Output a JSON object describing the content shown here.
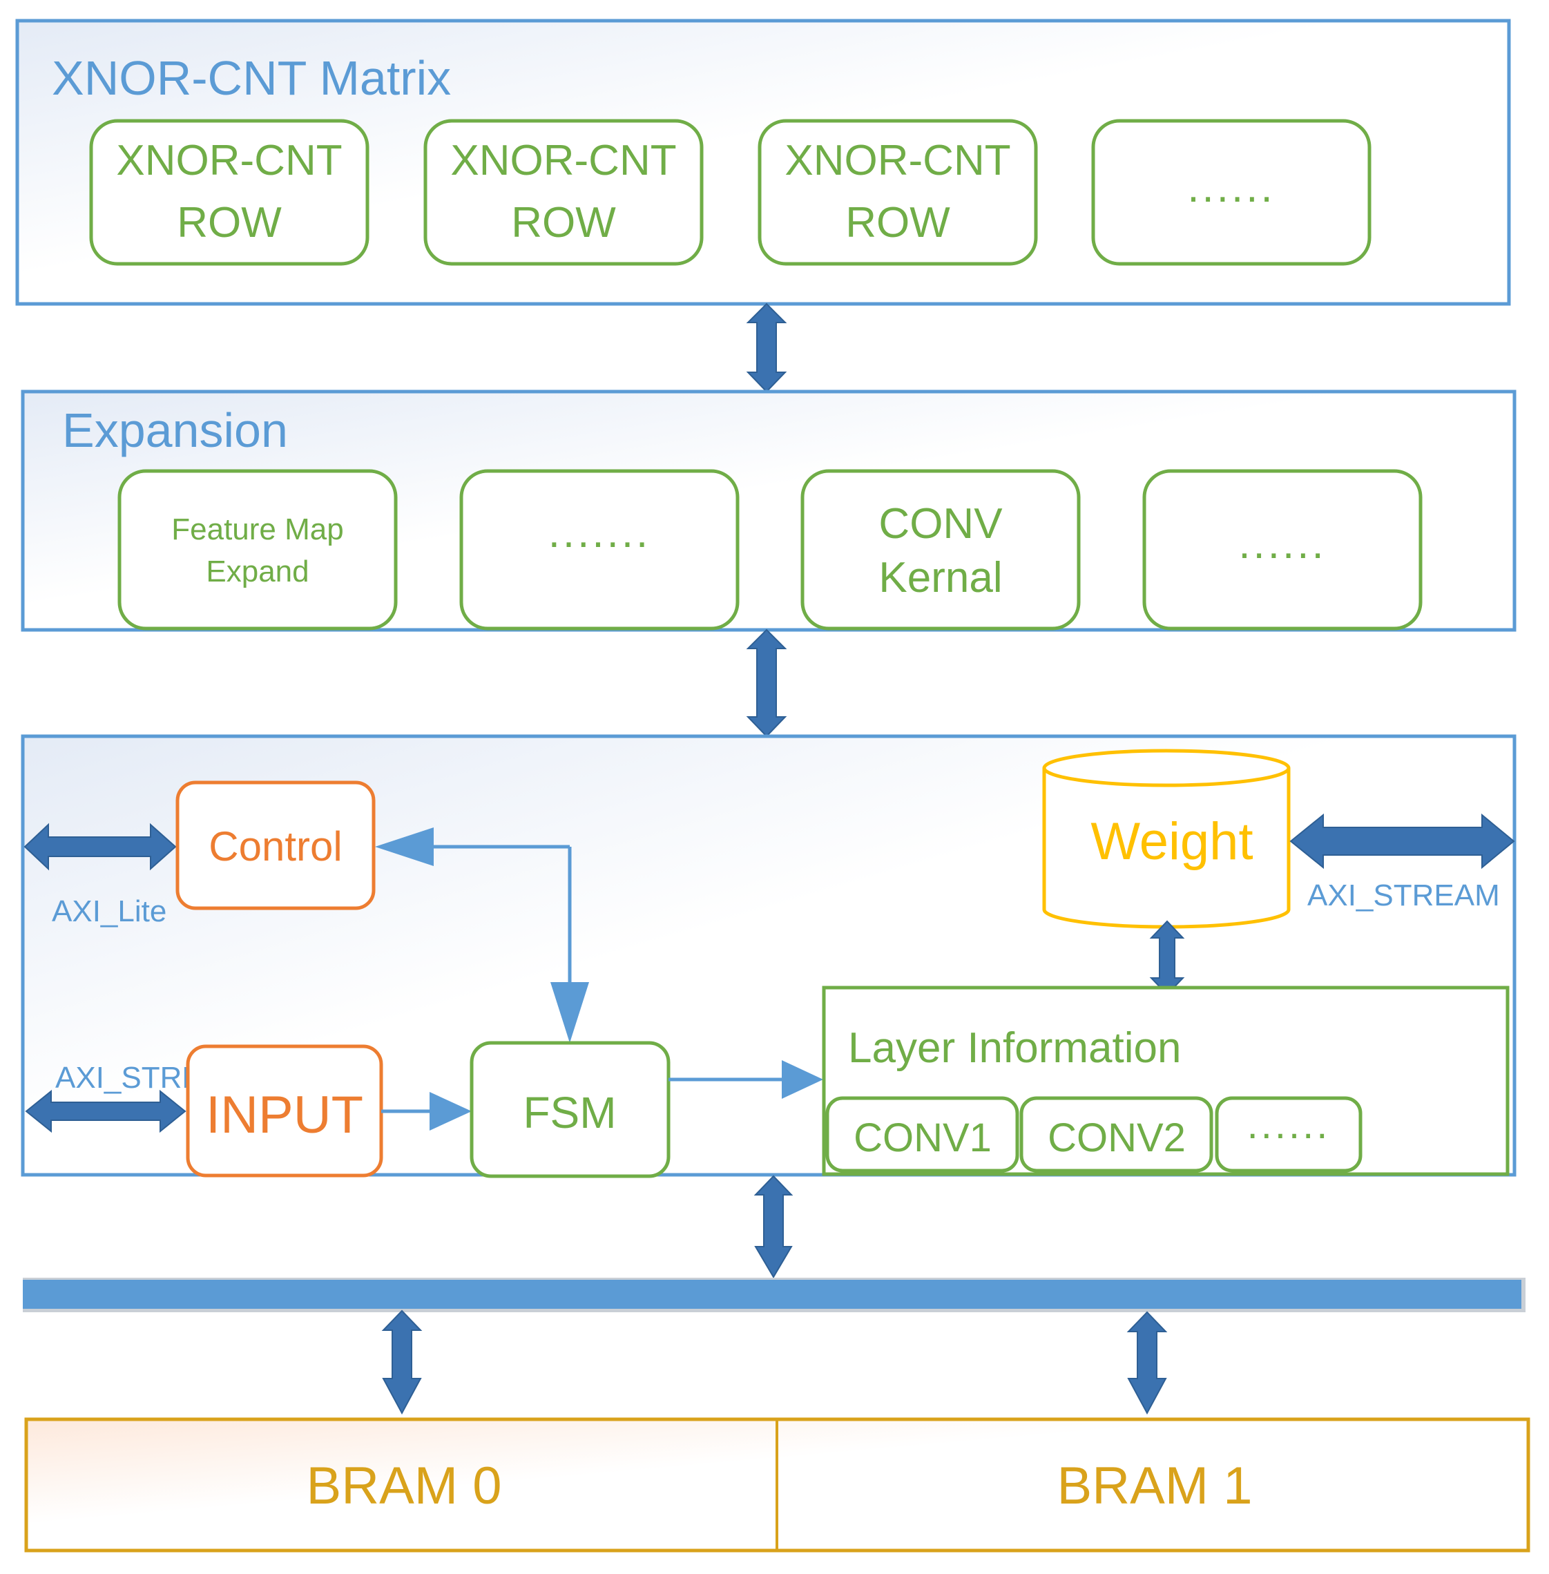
{
  "matrix": {
    "title": "XNOR-CNT Matrix",
    "rows": [
      {
        "line1": "XNOR-CNT",
        "line2": "ROW"
      },
      {
        "line1": "XNOR-CNT",
        "line2": "ROW"
      },
      {
        "line1": "XNOR-CNT",
        "line2": "ROW"
      }
    ],
    "more": "......"
  },
  "expansion": {
    "title": "Expansion",
    "feature_map": {
      "line1": "Feature Map",
      "line2": "Expand"
    },
    "more1": ".......",
    "conv_kernel": {
      "line1": "CONV",
      "line2": "Kernal"
    },
    "more2": "......"
  },
  "controller": {
    "control_label": "Control",
    "axi_lite_label": "AXI_Lite",
    "input_label": "INPUT",
    "axi_stream_left_label": "AXI_STREAM",
    "fsm_label": "FSM",
    "weight_label": "Weight",
    "axi_stream_right_label": "AXI_STREAM",
    "layer_info": {
      "title": "Layer Information",
      "items": [
        "CONV1",
        "CONV2"
      ],
      "more": "......"
    }
  },
  "memory": {
    "bram0": "BRAM 0",
    "bram1": "BRAM 1"
  },
  "colors": {
    "frame_blue": "#5b9bd5",
    "arrow_blue": "#3b72b0",
    "box_green": "#70ad47",
    "control_orange": "#ed7d31",
    "weight_gold": "#ffc000",
    "bram_gold": "#d9a21b"
  }
}
